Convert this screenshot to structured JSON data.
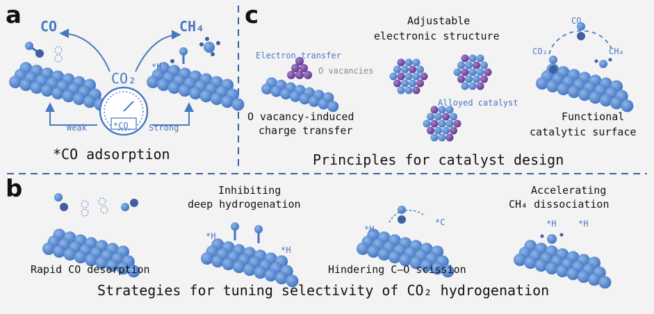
{
  "panel_labels": {
    "a": "a",
    "b": "b",
    "c": "c"
  },
  "panel_a": {
    "co_label": "CO",
    "ch4_label": "CH₄",
    "co2_label": "CO₂",
    "h_label": "*H",
    "weak_label": "Weak",
    "strong_label": "Strong",
    "gauge_label": "*CO",
    "caption": "*CO adsorption"
  },
  "panel_c": {
    "electron_transfer": "Electron transfer",
    "o_vacancies": "O vacancies",
    "left_caption_line1": "O vacancy-induced",
    "left_caption_line2": "charge transfer",
    "middle_title_line1": "Adjustable",
    "middle_title_line2": "electronic structure",
    "alloyed_catalyst": "Alloyed catalyst",
    "right_co": "CO",
    "right_co2": "CO₂",
    "right_ch4": "CH₄",
    "right_caption_line1": "Functional",
    "right_caption_line2": "catalytic surface",
    "title": "Principles for catalyst design"
  },
  "panel_b": {
    "rapid_co": "Rapid CO desorption",
    "inhibit_line1": "Inhibiting",
    "inhibit_line2": "deep hydrogenation",
    "h_left": "*H",
    "h_right": "*H",
    "hinder_co": "Hindering C–O scission",
    "h_c_left": "*H",
    "c_right": "*C",
    "accel_line1": "Accelerating",
    "accel_line2": "CH₄ dissociation",
    "h_acc_left": "*H",
    "h_acc_right": "*H",
    "title": "Strategies for tuning selectivity of CO₂ hydrogenation"
  },
  "colors": {
    "sphere": "#5b8fd6",
    "sphere_dark": "#3f6fb8",
    "purple": "#7b4fa6",
    "dash": "#3b5fa0",
    "oxygen_vac": "#b58a6a"
  }
}
